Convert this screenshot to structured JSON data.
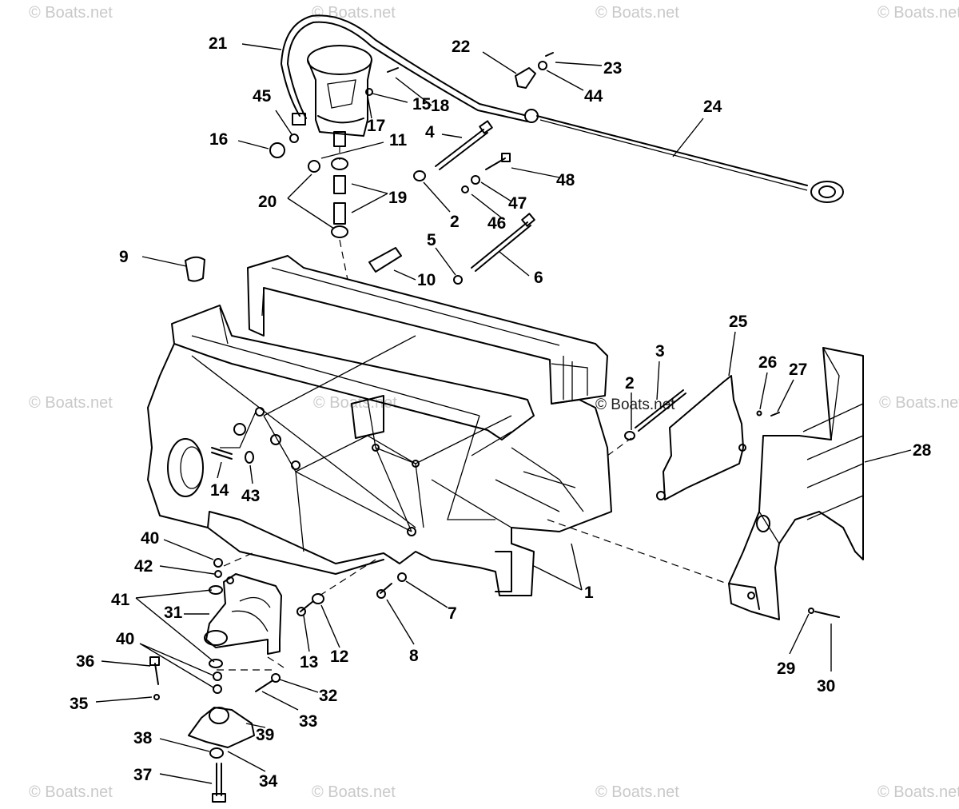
{
  "watermark_text": "© Boats.net",
  "callouts": [
    {
      "id": "21",
      "label": "21"
    },
    {
      "id": "22",
      "label": "22"
    },
    {
      "id": "23",
      "label": "23"
    },
    {
      "id": "45",
      "label": "45"
    },
    {
      "id": "15",
      "label": "15"
    },
    {
      "id": "18",
      "label": "18"
    },
    {
      "id": "44",
      "label": "44"
    },
    {
      "id": "24",
      "label": "24"
    },
    {
      "id": "16",
      "label": "16"
    },
    {
      "id": "17",
      "label": "17"
    },
    {
      "id": "4",
      "label": "4"
    },
    {
      "id": "11",
      "label": "11"
    },
    {
      "id": "48",
      "label": "48"
    },
    {
      "id": "20",
      "label": "20"
    },
    {
      "id": "19",
      "label": "19"
    },
    {
      "id": "47",
      "label": "47"
    },
    {
      "id": "2a",
      "label": "2"
    },
    {
      "id": "46",
      "label": "46"
    },
    {
      "id": "9",
      "label": "9"
    },
    {
      "id": "5",
      "label": "5"
    },
    {
      "id": "10",
      "label": "10"
    },
    {
      "id": "6",
      "label": "6"
    },
    {
      "id": "25",
      "label": "25"
    },
    {
      "id": "3",
      "label": "3"
    },
    {
      "id": "26",
      "label": "26"
    },
    {
      "id": "27",
      "label": "27"
    },
    {
      "id": "2b",
      "label": "2"
    },
    {
      "id": "28",
      "label": "28"
    },
    {
      "id": "14",
      "label": "14"
    },
    {
      "id": "43",
      "label": "43"
    },
    {
      "id": "40a",
      "label": "40"
    },
    {
      "id": "42",
      "label": "42"
    },
    {
      "id": "1",
      "label": "1"
    },
    {
      "id": "41",
      "label": "41"
    },
    {
      "id": "31",
      "label": "31"
    },
    {
      "id": "7",
      "label": "7"
    },
    {
      "id": "40b",
      "label": "40"
    },
    {
      "id": "13",
      "label": "13"
    },
    {
      "id": "12",
      "label": "12"
    },
    {
      "id": "8",
      "label": "8"
    },
    {
      "id": "36",
      "label": "36"
    },
    {
      "id": "29",
      "label": "29"
    },
    {
      "id": "32",
      "label": "32"
    },
    {
      "id": "30",
      "label": "30"
    },
    {
      "id": "35",
      "label": "35"
    },
    {
      "id": "33",
      "label": "33"
    },
    {
      "id": "38",
      "label": "38"
    },
    {
      "id": "39",
      "label": "39"
    },
    {
      "id": "37",
      "label": "37"
    },
    {
      "id": "34",
      "label": "34"
    }
  ]
}
